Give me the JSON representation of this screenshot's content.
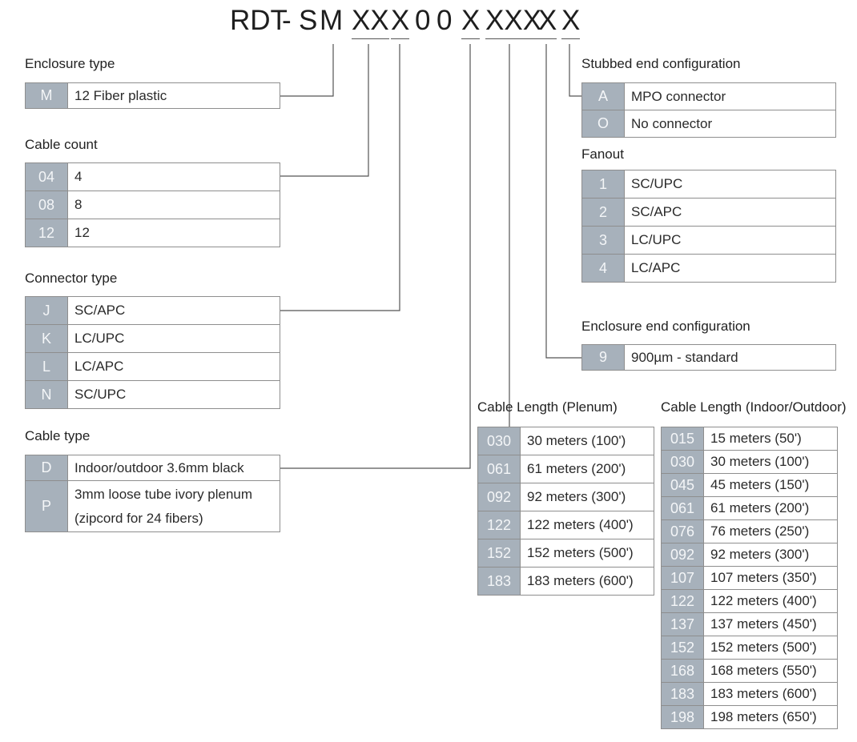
{
  "part_number": {
    "prefix": "RDT",
    "dash": "-",
    "s": "S",
    "m": "M",
    "cable_count": "XX",
    "connector": "X",
    "zero1": "0",
    "zero2": "0",
    "cable_type": "X",
    "length": "XXX",
    "fanout": "X",
    "stub": "X"
  },
  "enclosure_type": {
    "title": "Enclosure type",
    "rows": [
      {
        "code": "M",
        "desc": "12 Fiber plastic"
      }
    ]
  },
  "cable_count": {
    "title": "Cable count",
    "rows": [
      {
        "code": "04",
        "desc": "4"
      },
      {
        "code": "08",
        "desc": "8"
      },
      {
        "code": "12",
        "desc": "12"
      }
    ]
  },
  "connector_type": {
    "title": "Connector type",
    "rows": [
      {
        "code": "J",
        "desc": "SC/APC"
      },
      {
        "code": "K",
        "desc": "LC/UPC"
      },
      {
        "code": "L",
        "desc": "LC/APC"
      },
      {
        "code": "N",
        "desc": "SC/UPC"
      }
    ]
  },
  "cable_type": {
    "title": "Cable type",
    "rows": [
      {
        "code": "D",
        "desc": "Indoor/outdoor 3.6mm black"
      },
      {
        "code": "P",
        "desc": "3mm loose tube ivory plenum (zipcord for 24 fibers)"
      }
    ]
  },
  "stubbed_end": {
    "title": "Stubbed end configuration",
    "rows": [
      {
        "code": "A",
        "desc": "MPO connector"
      },
      {
        "code": "O",
        "desc": "No connector"
      }
    ]
  },
  "fanout": {
    "title": "Fanout",
    "rows": [
      {
        "code": "1",
        "desc": "SC/UPC"
      },
      {
        "code": "2",
        "desc": "SC/APC"
      },
      {
        "code": "3",
        "desc": "LC/UPC"
      },
      {
        "code": "4",
        "desc": "LC/APC"
      }
    ]
  },
  "enclosure_end": {
    "title": "Enclosure end configuration",
    "rows": [
      {
        "code": "9",
        "desc": "900µm - standard"
      }
    ]
  },
  "length_plenum": {
    "title": "Cable Length (Plenum)",
    "rows": [
      {
        "code": "030",
        "desc": "30 meters (100')"
      },
      {
        "code": "061",
        "desc": "61 meters (200')"
      },
      {
        "code": "092",
        "desc": "92 meters (300')"
      },
      {
        "code": "122",
        "desc": "122 meters (400')"
      },
      {
        "code": "152",
        "desc": "152 meters (500')"
      },
      {
        "code": "183",
        "desc": "183 meters (600')"
      }
    ]
  },
  "length_indoor_outdoor": {
    "title": "Cable Length (Indoor/Outdoor)",
    "rows": [
      {
        "code": "015",
        "desc": "15 meters (50')"
      },
      {
        "code": "030",
        "desc": "30 meters (100')"
      },
      {
        "code": "045",
        "desc": "45 meters (150')"
      },
      {
        "code": "061",
        "desc": "61 meters (200')"
      },
      {
        "code": "076",
        "desc": "76 meters (250')"
      },
      {
        "code": "092",
        "desc": "92 meters (300')"
      },
      {
        "code": "107",
        "desc": "107 meters (350')"
      },
      {
        "code": "122",
        "desc": "122 meters (400')"
      },
      {
        "code": "137",
        "desc": "137 meters (450')"
      },
      {
        "code": "152",
        "desc": "152 meters (500')"
      },
      {
        "code": "168",
        "desc": "168 meters (550')"
      },
      {
        "code": "183",
        "desc": "183 meters (600')"
      },
      {
        "code": "198",
        "desc": "198 meters (650')"
      }
    ]
  },
  "colors": {
    "code_cell_bg": "#a7b1bb",
    "code_cell_text": "#f4f6f8",
    "border": "#8e8e8e",
    "connector_line": "#555555"
  }
}
